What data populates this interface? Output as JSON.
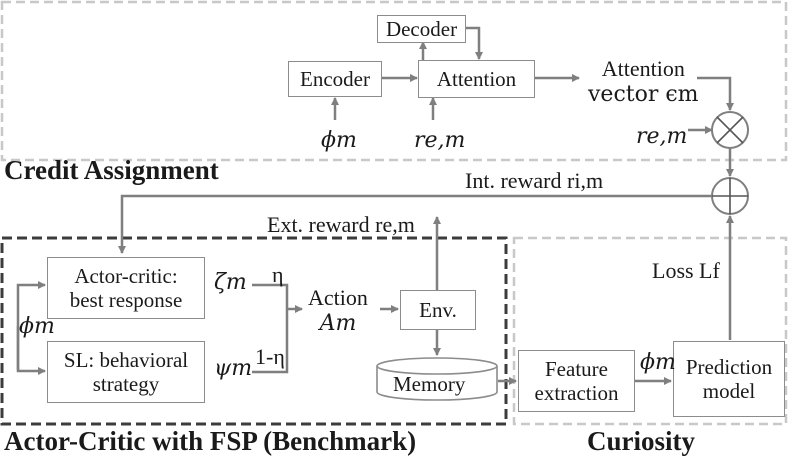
{
  "sections": {
    "credit_assignment": "Credit Assignment",
    "actor_critic": "Actor-Critic with FSP (Benchmark)",
    "curiosity": "Curiosity"
  },
  "boxes": {
    "decoder": "Decoder",
    "encoder": "Encoder",
    "attention": "Attention",
    "actor_critic_line1": "Actor-critic:",
    "actor_critic_line2": "best response",
    "sl_line1": "SL: behavioral",
    "sl_line2": "strategy",
    "env": "Env.",
    "memory": "Memory",
    "feature_line1": "Feature",
    "feature_line2": "extraction",
    "prediction_line1": "Prediction",
    "prediction_line2": "model"
  },
  "labels": {
    "attention_vector_line1": "Attention",
    "attention_vector_line2": "vector ϵm",
    "phi_encoder": "ϕm",
    "r_attention": "re,m",
    "r_multiplier": "re,m",
    "int_reward": "Int. reward ri,m",
    "ext_reward": "Ext. reward re,m",
    "zeta": "ζm",
    "psi": "ψm",
    "eta": "η",
    "one_minus_eta": "1-η",
    "action_line1": "Action",
    "action_line2": "Am",
    "phi_left": "ϕm",
    "phi_feature": "ϕm",
    "loss": "Loss Lf"
  },
  "symbols": {
    "multiply": "⊗",
    "add": "⊕"
  },
  "colors": {
    "arrow": "#7f7f7f",
    "region_light": "#c8c8c8",
    "region_dark": "#3c3c3c",
    "box_border": "#8c8c8c"
  }
}
